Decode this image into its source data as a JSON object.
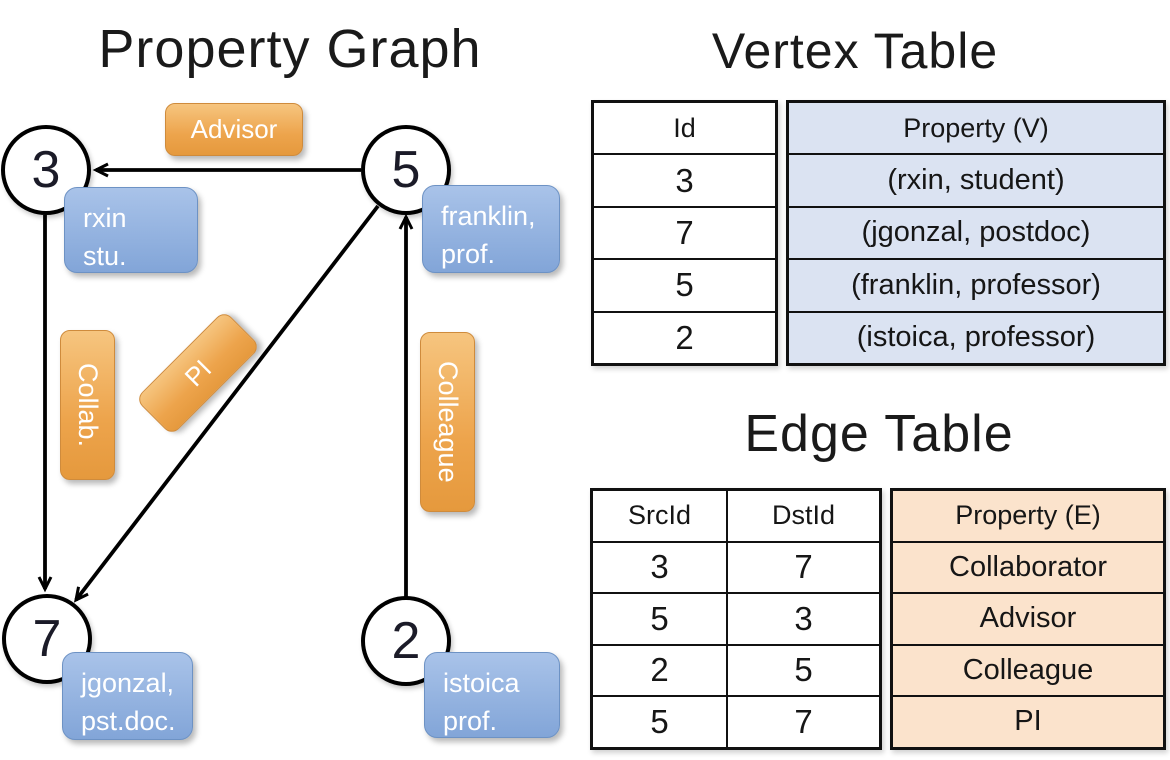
{
  "graph": {
    "title": "Property Graph",
    "nodes": [
      {
        "id": "3",
        "property_line1": "rxin",
        "property_line2": "stu."
      },
      {
        "id": "5",
        "property_line1": "franklin,",
        "property_line2": "prof."
      },
      {
        "id": "7",
        "property_line1": "jgonzal,",
        "property_line2": "pst.doc."
      },
      {
        "id": "2",
        "property_line1": "istoica",
        "property_line2": "prof."
      }
    ],
    "edge_labels": [
      "Advisor",
      "Collab.",
      "PI",
      "Colleague"
    ]
  },
  "vertex_table": {
    "title": "Vertex Table",
    "columns": {
      "id": "Id",
      "property": "Property (V)"
    },
    "rows": [
      {
        "id": "3",
        "property": "(rxin, student)"
      },
      {
        "id": "7",
        "property": "(jgonzal, postdoc)"
      },
      {
        "id": "5",
        "property": "(franklin, professor)"
      },
      {
        "id": "2",
        "property": "(istoica, professor)"
      }
    ]
  },
  "edge_table": {
    "title": "Edge Table",
    "columns": {
      "src": "SrcId",
      "dst": "DstId",
      "property": "Property (E)"
    },
    "rows": [
      {
        "src": "3",
        "dst": "7",
        "property": "Collaborator"
      },
      {
        "src": "5",
        "dst": "3",
        "property": "Advisor"
      },
      {
        "src": "2",
        "dst": "5",
        "property": "Colleague"
      },
      {
        "src": "5",
        "dst": "7",
        "property": "PI"
      }
    ]
  },
  "colors": {
    "edge_label_orange": "#eda44c",
    "vertex_box_blue": "#8fafdf",
    "vertex_table_fill": "#dbe3f2",
    "edge_table_fill": "#fbe3cc",
    "line_black": "#000000"
  }
}
